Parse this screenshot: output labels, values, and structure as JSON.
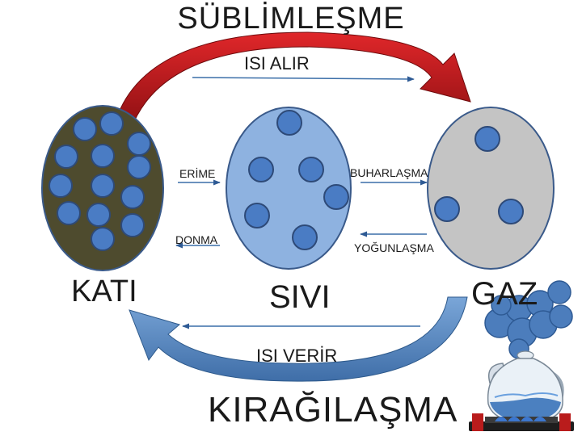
{
  "title_top": "SÜBLİMLEŞME",
  "title_bottom": "KIRAĞILAŞMA",
  "heat": {
    "absorbs": "ISI ALIR",
    "releases": "ISI VERİR"
  },
  "states": {
    "solid": "KATI",
    "liquid": "SIVI",
    "gas": "GAZ"
  },
  "transitions": {
    "melting": "ERİME",
    "freezing": "DONMA",
    "evaporation": "BUHARLAŞMA",
    "condensation": "YOĞUNLAŞMA"
  },
  "colors": {
    "solid_fill": "#4e4b2e",
    "liquid_fill": "#8eb2e0",
    "gas_fill": "#c4c4c4",
    "particle": "#4a7cc4",
    "particle_stroke": "#2e4a78",
    "sublimation_arrow": "#b3161b",
    "deposition_arrow": "#5d8bc4",
    "cloud": "#4c7dbc"
  },
  "icons": [
    "cloud-icon",
    "kettle-icon",
    "stove-icon"
  ]
}
